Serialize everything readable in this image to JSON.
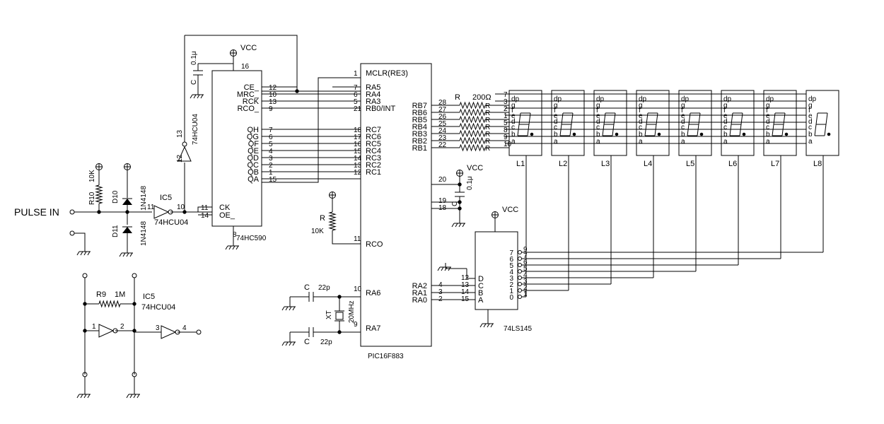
{
  "input": {
    "label": "PULSE IN"
  },
  "power": {
    "vcc": "VCC"
  },
  "r10": {
    "ref": "R10",
    "value": "10K"
  },
  "d10": {
    "ref": "D10",
    "part": "1N4148"
  },
  "d11": {
    "ref": "D11",
    "part": "1N4148"
  },
  "ic5_buf": {
    "ref": "IC5",
    "part": "74HCU04",
    "pin_in": "11",
    "pin_out": "10"
  },
  "ic5_inv2": {
    "part": "74HCU04",
    "pin_in": "13",
    "pin_out": "12"
  },
  "cap_counter": {
    "ref": "C",
    "value": "0.1μ"
  },
  "counter": {
    "part": "74HC590",
    "pin_vcc": "16",
    "pin_gnd": "8",
    "left_pins": [
      {
        "name": "CK",
        "num": "11"
      },
      {
        "name": "OE_",
        "num": "14"
      }
    ],
    "ctrl_pins": [
      {
        "name": "CE_",
        "num": "12"
      },
      {
        "name": "MRC_",
        "num": "10"
      },
      {
        "name": "RCK",
        "num": "13"
      },
      {
        "name": "RCO_",
        "num": "9"
      }
    ],
    "q_pins": [
      {
        "name": "QH",
        "num": "7"
      },
      {
        "name": "QG",
        "num": "6"
      },
      {
        "name": "QF",
        "num": "5"
      },
      {
        "name": "QE",
        "num": "4"
      },
      {
        "name": "QD",
        "num": "3"
      },
      {
        "name": "QC",
        "num": "2"
      },
      {
        "name": "QB",
        "num": "1"
      },
      {
        "name": "QA",
        "num": "15"
      }
    ]
  },
  "pic": {
    "part": "PIC16F883",
    "mclr": {
      "name": "MCLR(RE3)",
      "num": "1"
    },
    "ra_pins": [
      {
        "name": "RA5",
        "num": "7"
      },
      {
        "name": "RA4",
        "num": "6"
      },
      {
        "name": "RA3",
        "num": "5"
      },
      {
        "name": "RB0/INT",
        "num": "21"
      }
    ],
    "rc_pins": [
      {
        "name": "RC7",
        "num": "18"
      },
      {
        "name": "RC6",
        "num": "17"
      },
      {
        "name": "RC5",
        "num": "16"
      },
      {
        "name": "RC4",
        "num": "15"
      },
      {
        "name": "RC3",
        "num": "14"
      },
      {
        "name": "RC2",
        "num": "13"
      },
      {
        "name": "RC1",
        "num": "12"
      }
    ],
    "rco": {
      "name": "RCO",
      "num": "11"
    },
    "ra6": {
      "name": "RA6",
      "num": "10"
    },
    "ra7": {
      "name": "RA7",
      "num": "9"
    },
    "rb_pins": [
      {
        "name": "RB7",
        "num": "28"
      },
      {
        "name": "RB6",
        "num": "27"
      },
      {
        "name": "RB5",
        "num": "26"
      },
      {
        "name": "RB4",
        "num": "25"
      },
      {
        "name": "RB3",
        "num": "24"
      },
      {
        "name": "RB2",
        "num": "23"
      },
      {
        "name": "RB1",
        "num": "22"
      }
    ],
    "ra_low": [
      {
        "name": "RA2",
        "num": "4"
      },
      {
        "name": "RA1",
        "num": "3"
      },
      {
        "name": "RA0",
        "num": "2"
      }
    ],
    "pin20": "20",
    "pin19": "19",
    "pin18": "18"
  },
  "r_pullup": {
    "ref": "R",
    "value": "10K"
  },
  "cap_pic": {
    "ref": "C",
    "value": "0.1μ"
  },
  "xtal": {
    "ref": "XT",
    "freq": "20MHz"
  },
  "cap22_top": {
    "ref": "C",
    "value": "22p"
  },
  "cap22_bot": {
    "ref": "C",
    "value": "22p"
  },
  "rb_resistors": {
    "ref": "R",
    "value": "200Ω",
    "ref_each": "R"
  },
  "seg_pin_nums": [
    "7",
    "3",
    "2",
    "1",
    "5",
    "8",
    "9",
    "10"
  ],
  "seg_labels": [
    "dp",
    "g",
    "f",
    "e",
    "d",
    "c",
    "b",
    "a"
  ],
  "digits": [
    "L1",
    "L2",
    "L3",
    "L4",
    "L5",
    "L6",
    "L7",
    "L8"
  ],
  "decoder": {
    "part": "74LS145",
    "inputs": [
      {
        "name": "D",
        "num": "12"
      },
      {
        "name": "C",
        "num": "13"
      },
      {
        "name": "B",
        "num": "14"
      },
      {
        "name": "A",
        "num": "15"
      }
    ],
    "outputs": [
      {
        "name": "7",
        "num": "9"
      },
      {
        "name": "6",
        "num": "7"
      },
      {
        "name": "5",
        "num": "6"
      },
      {
        "name": "4",
        "num": "5"
      },
      {
        "name": "3",
        "num": "4"
      },
      {
        "name": "2",
        "num": "3"
      },
      {
        "name": "1",
        "num": "2"
      },
      {
        "name": "0",
        "num": "1"
      }
    ]
  },
  "oscillator": {
    "r9_ref": "R9",
    "r9_value": "1M",
    "ic_ref": "IC5",
    "ic_part": "74HCU04",
    "pin1": "1",
    "pin2": "2",
    "pin3": "3",
    "pin4": "4"
  }
}
